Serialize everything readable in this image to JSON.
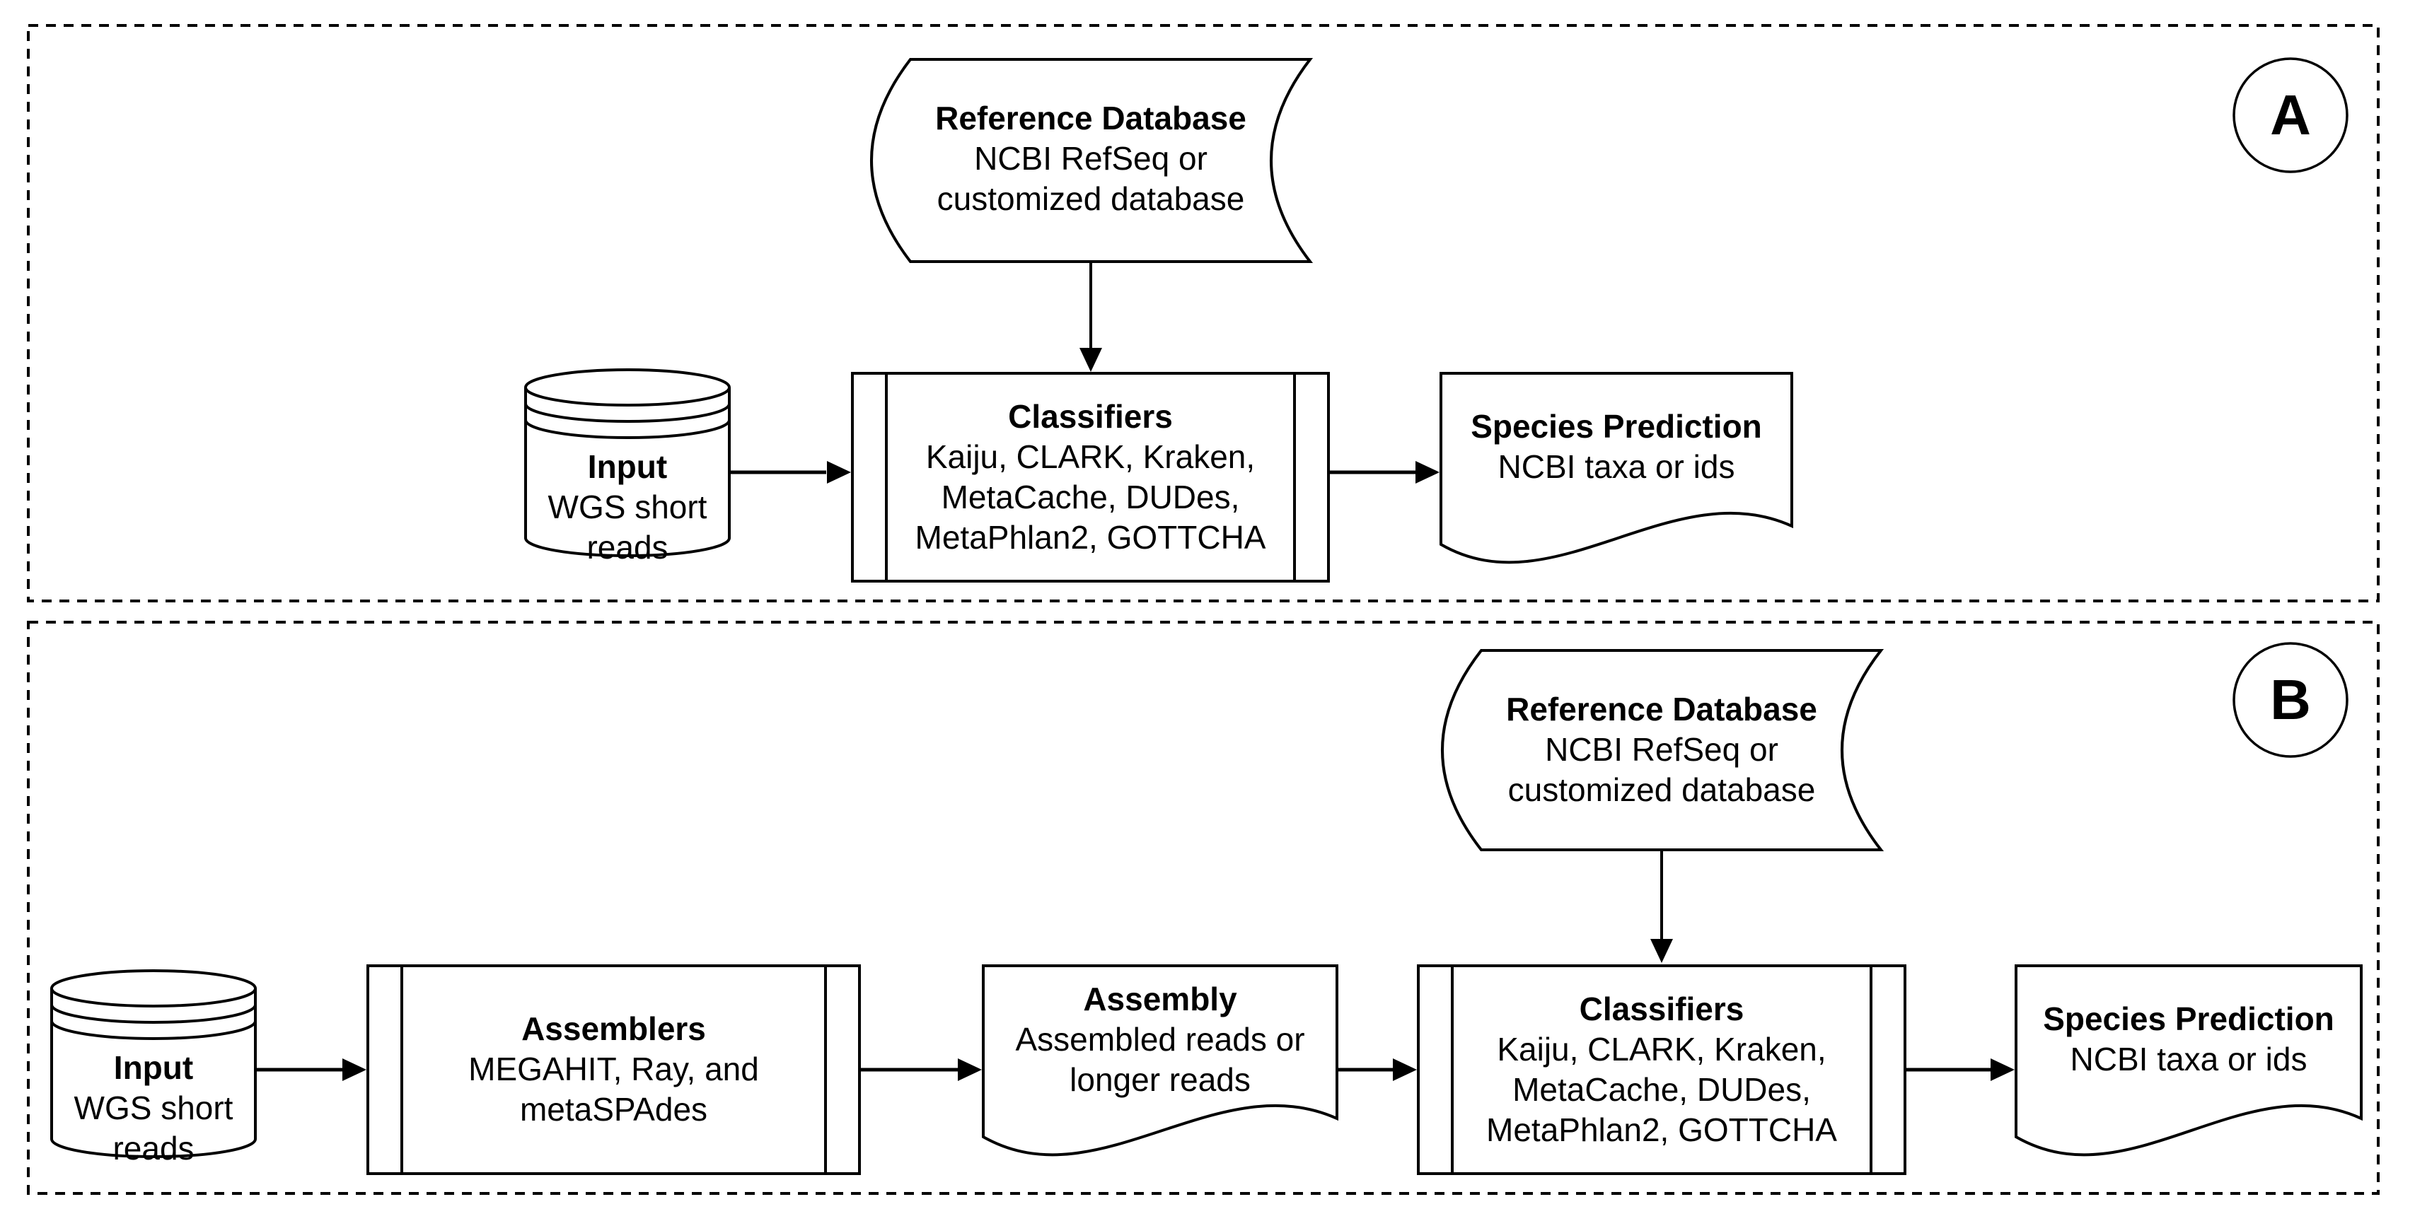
{
  "diagram": {
    "background": "#ffffff",
    "stroke_color": "#000000",
    "shape_fill": "#ffffff",
    "panel_a": {
      "badge": "A",
      "reference_database": {
        "title": "Reference Database",
        "line1": "NCBI RefSeq or",
        "line2": "customized database"
      },
      "input": {
        "title": "Input",
        "line1": "WGS short",
        "line2": "reads"
      },
      "classifiers": {
        "title": "Classifiers",
        "line1": "Kaiju, CLARK, Kraken,",
        "line2": "MetaCache, DUDes,",
        "line3": "MetaPhlan2, GOTTCHA"
      },
      "species_prediction": {
        "title": "Species Prediction",
        "line1": "NCBI taxa or ids"
      }
    },
    "panel_b": {
      "badge": "B",
      "input": {
        "title": "Input",
        "line1": "WGS short",
        "line2": "reads"
      },
      "assemblers": {
        "title": "Assemblers",
        "line1": "MEGAHIT, Ray, and",
        "line2": "metaSPAdes"
      },
      "assembly": {
        "title": "Assembly",
        "line1": "Assembled reads or",
        "line2": "longer reads"
      },
      "reference_database": {
        "title": "Reference Database",
        "line1": "NCBI RefSeq or",
        "line2": "customized database"
      },
      "classifiers": {
        "title": "Classifiers",
        "line1": "Kaiju, CLARK, Kraken,",
        "line2": "MetaCache, DUDes,",
        "line3": "MetaPhlan2, GOTTCHA"
      },
      "species_prediction": {
        "title": "Species Prediction",
        "line1": "NCBI taxa or ids"
      }
    }
  }
}
